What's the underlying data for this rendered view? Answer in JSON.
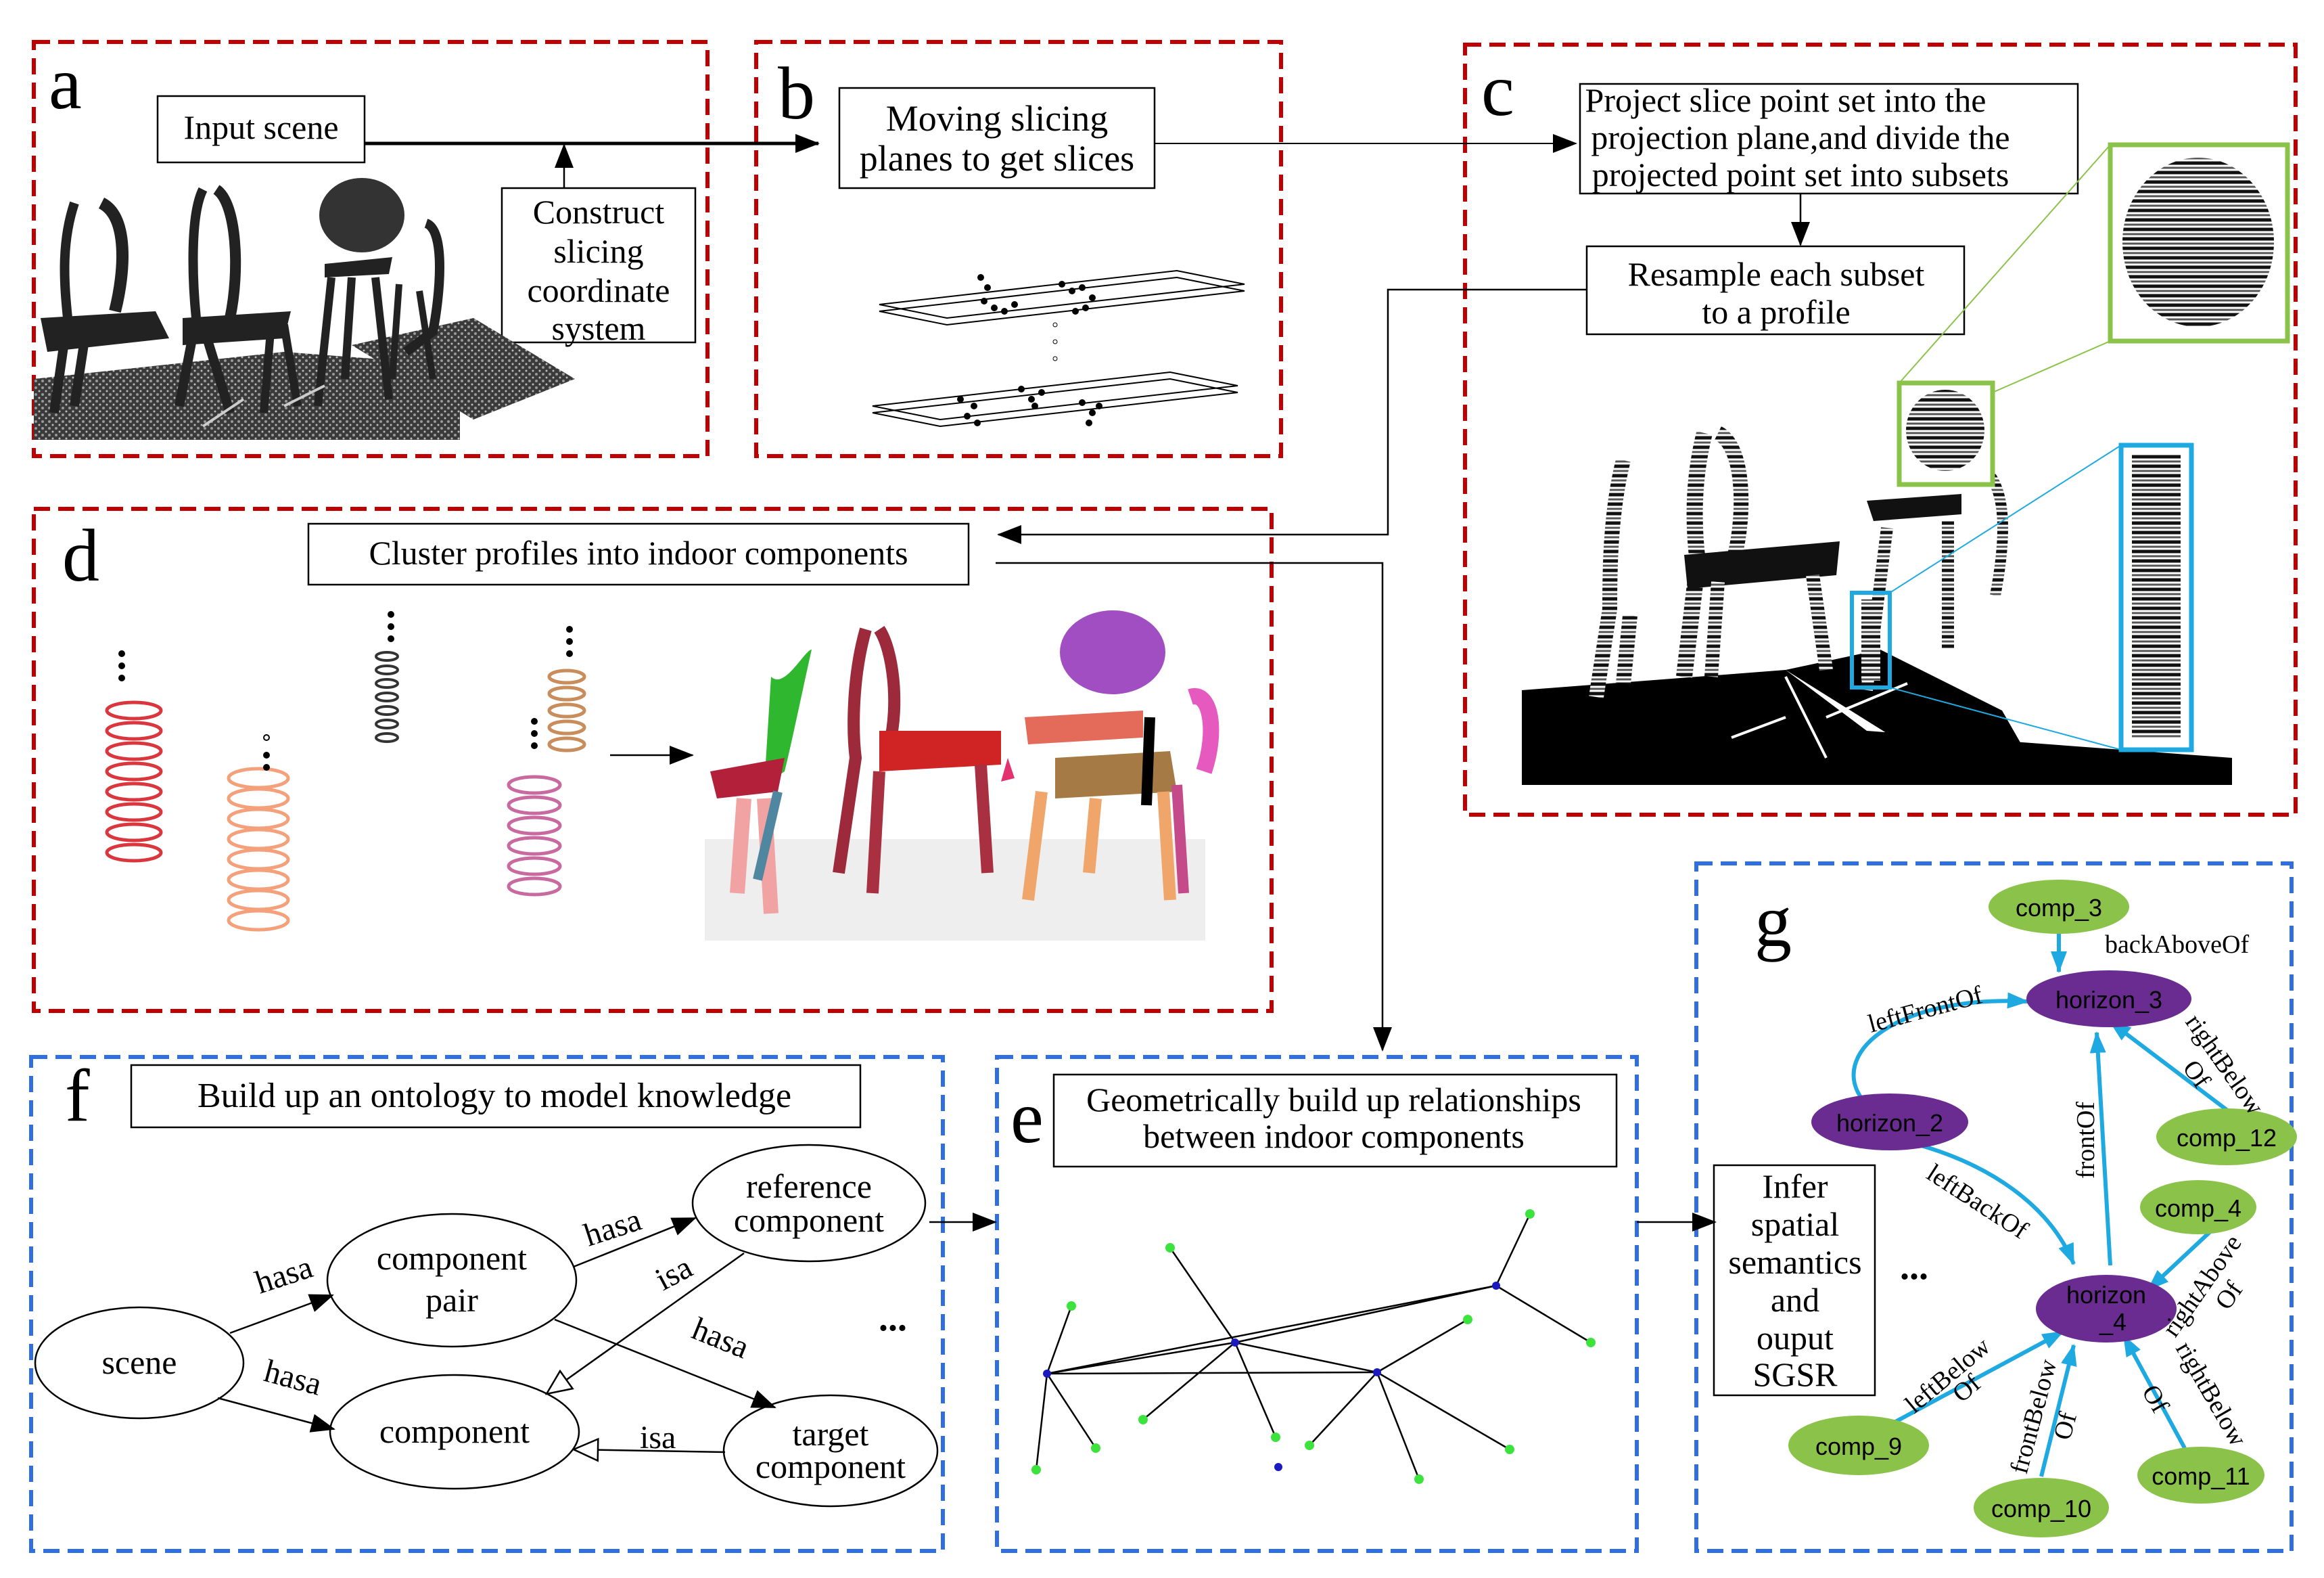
{
  "panels": {
    "a": {
      "letter": "a",
      "input_scene": "Input scene",
      "construct": [
        "Construct",
        "slicing",
        "coordinate",
        "system"
      ]
    },
    "b": {
      "letter": "b",
      "moving": [
        "Moving slicing",
        "planes to get slices"
      ]
    },
    "c": {
      "letter": "c",
      "project": [
        "Project slice point set into the",
        "projection plane,and divide the",
        "projected point set into subsets"
      ],
      "resample": [
        "Resample each subset",
        "to a profile"
      ]
    },
    "d": {
      "letter": "d",
      "cluster": "Cluster profiles into indoor components"
    },
    "e": {
      "letter": "e",
      "geom": [
        "Geometrically build up relationships",
        "between indoor components"
      ]
    },
    "f": {
      "letter": "f",
      "build": "Build up an ontology to model knowledge"
    },
    "g": {
      "letter": "g",
      "ellipsis": "..."
    },
    "infer": [
      "Infer",
      "spatial",
      "semantics",
      "and",
      "ouput",
      "SGSR"
    ]
  },
  "ontology": {
    "scene": "scene",
    "component_pair": [
      "component",
      "pair"
    ],
    "reference": [
      "reference",
      "component"
    ],
    "component": "component",
    "target": [
      "target",
      "component"
    ],
    "ellipsis": "...",
    "edges": {
      "hasa1": "hasa",
      "hasa2": "hasa",
      "hasa3": "hasa",
      "hasa4": "hasa",
      "isa1": "isa",
      "isa2": "isa"
    }
  },
  "graph": {
    "nodes": {
      "comp_3": "comp_3",
      "horizon_3": "horizon_3",
      "horizon_2": "horizon_2",
      "comp_12": "comp_12",
      "comp_4": "comp_4",
      "horizon_4": [
        "horizon",
        "_4"
      ],
      "comp_9": "comp_9",
      "comp_10": "comp_10",
      "comp_11": "comp_11"
    },
    "edges": {
      "backAboveOf": "backAboveOf",
      "leftFrontOf": "leftFrontOf",
      "rightBelowOf_3": [
        "rightBelow",
        "Of"
      ],
      "frontOf": "frontOf",
      "leftBackOf": "leftBackOf",
      "rightAboveOf": [
        "rightAbove",
        "Of"
      ],
      "leftBelowOf": [
        "leftBelow",
        "Of"
      ],
      "frontBelowOf": [
        "frontBelow",
        "Of"
      ],
      "rightBelowOf_11": [
        "rightBelow",
        "Of"
      ]
    },
    "colors": {
      "comp": "#8bc34a",
      "horizon": "#6a2c91",
      "arrow": "#1fa9e1"
    }
  },
  "colors": {
    "red_dash": "#c00000",
    "blue_dash": "#2f6fe0",
    "green_box": "#8bc34a",
    "cyan_box": "#1fa9e1"
  }
}
